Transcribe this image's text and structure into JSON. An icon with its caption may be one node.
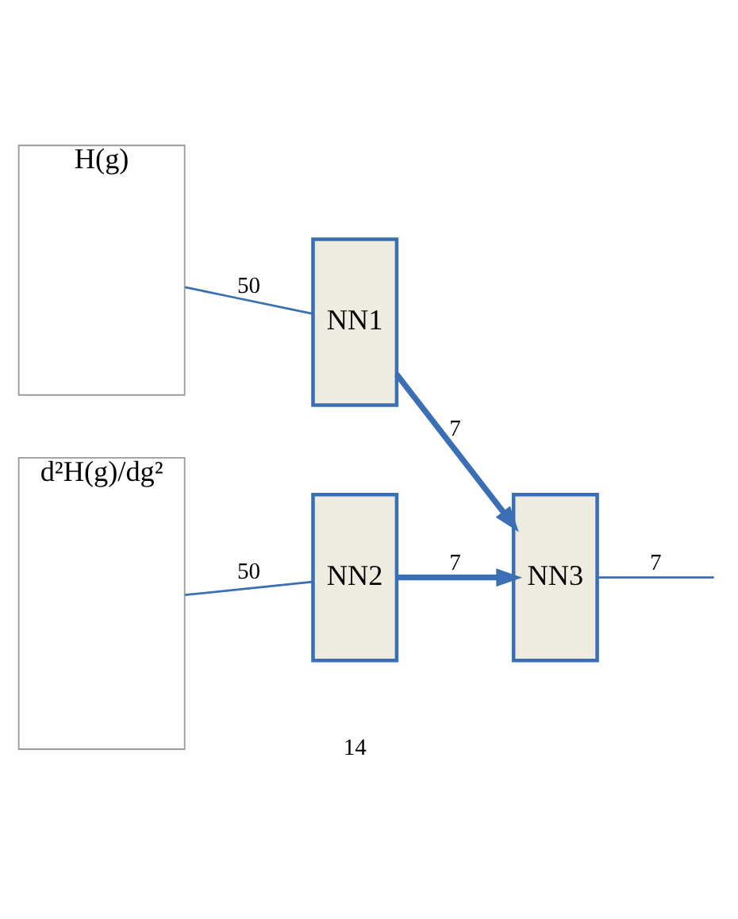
{
  "diagram": {
    "nodes": [
      {
        "text": [
          "H(g)"
        ]
      },
      {
        "text": [
          "d²H(g)/dg²"
        ]
      },
      {
        "text": [
          "NN1"
        ]
      },
      {
        "text": [
          "NN2"
        ]
      },
      {
        "text": [
          "NN3"
        ]
      }
    ],
    "edges": [
      {
        "from": 0,
        "to": 2,
        "arrow": "none",
        "label": "50"
      },
      {
        "from": 1,
        "to": 3,
        "arrow": "none",
        "label": "50"
      },
      {
        "from": 2,
        "to": 4,
        "arrow": "to",
        "label": "7",
        "style": "thick"
      },
      {
        "from": 3,
        "to": 4,
        "arrow": "to",
        "label": "7",
        "style": "thick"
      },
      {
        "from": 4,
        "to": null,
        "arrow": "none",
        "label": "7"
      }
    ],
    "labels": [
      "14"
    ]
  }
}
